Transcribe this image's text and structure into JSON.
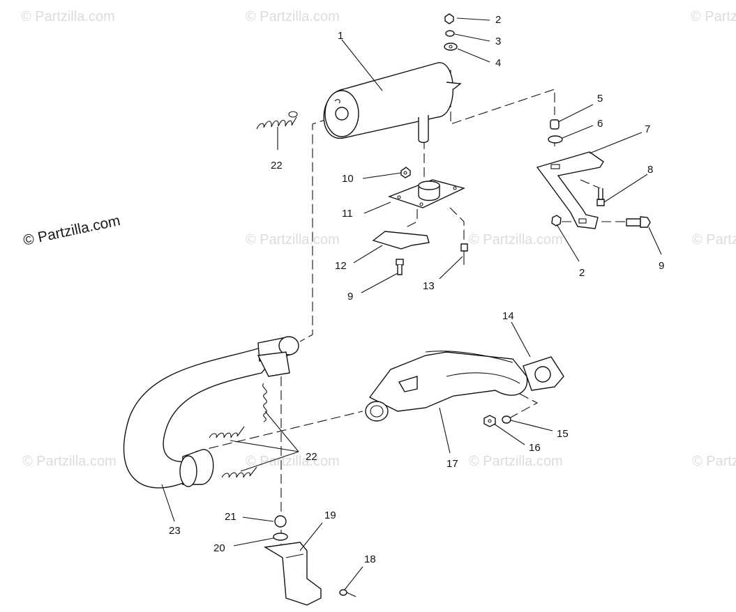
{
  "brand": {
    "text": "© Partzilla.com"
  },
  "watermark": {
    "text": "© Partzilla.com"
  },
  "callouts": {
    "n1": "1",
    "n2a": "2",
    "n3": "3",
    "n4": "4",
    "n5": "5",
    "n6": "6",
    "n7": "7",
    "n8": "8",
    "n2b": "2",
    "n9a": "9",
    "n10": "10",
    "n11": "11",
    "n12": "12",
    "n13": "13",
    "n9b": "9",
    "n22a": "22",
    "n14": "14",
    "n15": "15",
    "n16": "16",
    "n17": "17",
    "n22b": "22",
    "n23": "23",
    "n21": "21",
    "n19": "19",
    "n20": "20",
    "n18": "18"
  }
}
